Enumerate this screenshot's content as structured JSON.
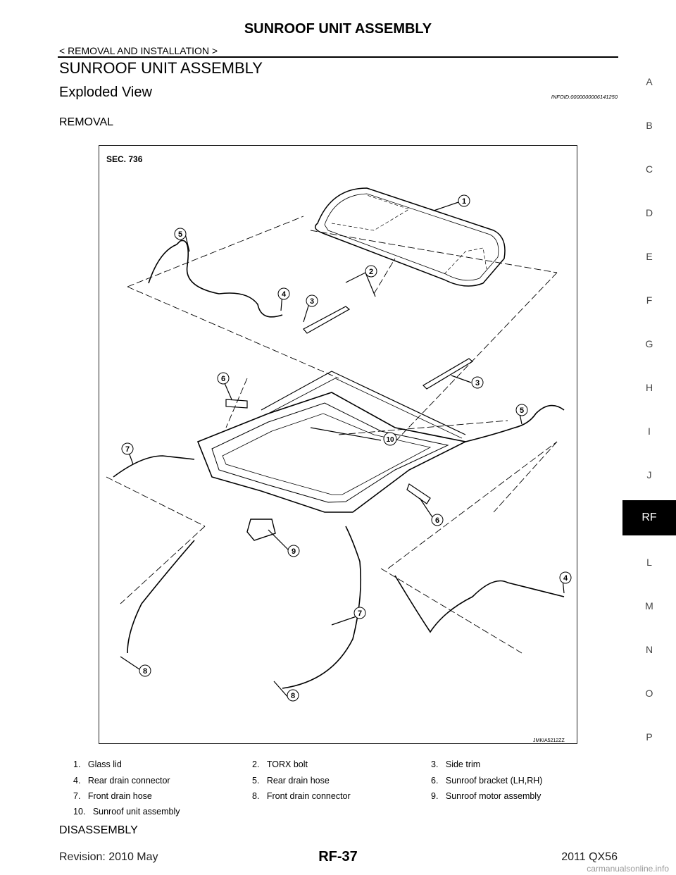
{
  "header": {
    "title": "SUNROOF UNIT ASSEMBLY",
    "subtitle": "< REMOVAL AND INSTALLATION >"
  },
  "section": {
    "title": "SUNROOF UNIT ASSEMBLY",
    "subsection": "Exploded View",
    "info_id": "INFOID:0000000006141250",
    "removal_heading": "REMOVAL",
    "disassembly_heading": "DISASSEMBLY"
  },
  "figure": {
    "sec_label": "SEC. 736",
    "figure_code": "JMKIA5212ZZ",
    "callouts": [
      "1",
      "2",
      "3",
      "4",
      "5",
      "6",
      "7",
      "8",
      "9",
      "10"
    ]
  },
  "legend": [
    {
      "num": "1.",
      "text": "Glass lid"
    },
    {
      "num": "2.",
      "text": "TORX bolt"
    },
    {
      "num": "3.",
      "text": "Side trim"
    },
    {
      "num": "4.",
      "text": "Rear drain connector"
    },
    {
      "num": "5.",
      "text": "Rear drain hose"
    },
    {
      "num": "6.",
      "text": "Sunroof bracket (LH,RH)"
    },
    {
      "num": "7.",
      "text": "Front drain hose"
    },
    {
      "num": "8.",
      "text": "Front drain connector"
    },
    {
      "num": "9.",
      "text": "Sunroof motor assembly"
    },
    {
      "num": "10.",
      "text": "Sunroof unit assembly"
    }
  ],
  "side_tabs": [
    "A",
    "B",
    "C",
    "D",
    "E",
    "F",
    "G",
    "H",
    "I",
    "J",
    "RF",
    "L",
    "M",
    "N",
    "O",
    "P"
  ],
  "active_tab": "RF",
  "footer": {
    "revision": "Revision: 2010 May",
    "page": "RF-37",
    "model": "2011 QX56",
    "watermark": "carmanualsonline.info"
  }
}
